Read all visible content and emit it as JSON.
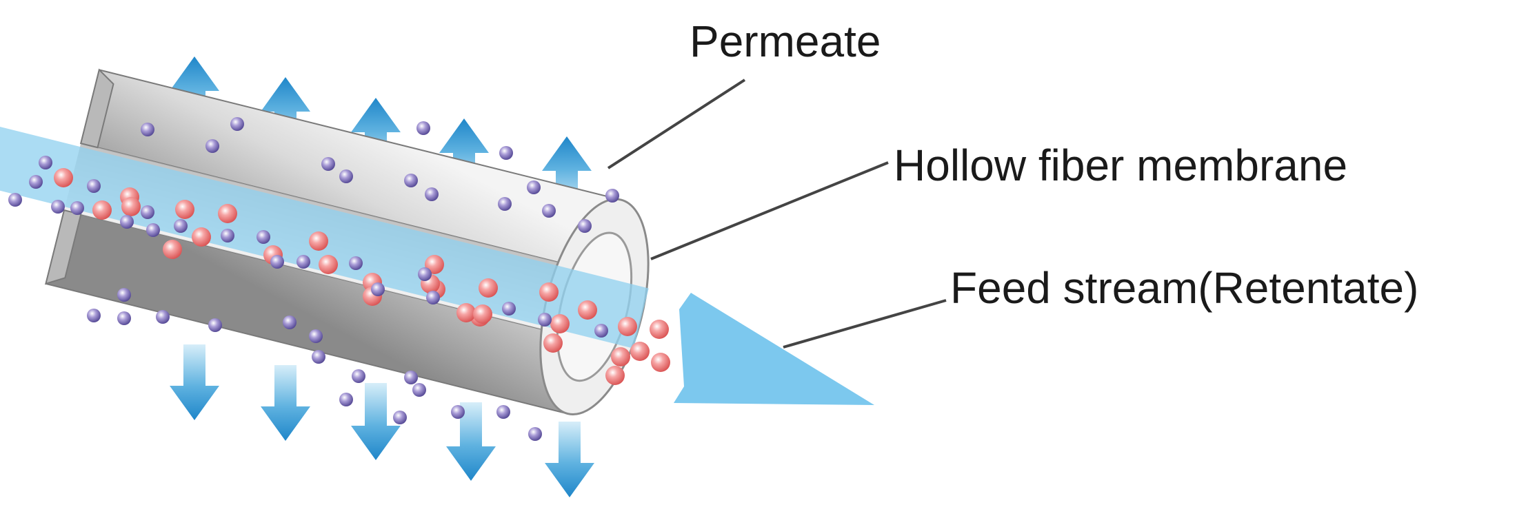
{
  "labels": {
    "permeate": "Permeate",
    "membrane": "Hollow fiber membrane",
    "feed": "Feed stream(Retentate)"
  },
  "colors": {
    "arrow_blue": "#1f86c9",
    "arrow_light": "#bfe3f5",
    "stream": "#8fd0ef",
    "tube_light": "#ededed",
    "tube_dark": "#8d8d8d",
    "large_particle": "#ee7878",
    "small_particle": "#7c6fb0",
    "leader": "#444444"
  },
  "icons": {
    "permeate_arrow": "arrow-up-icon",
    "outflow_arrow": "arrow-down-icon",
    "flow_arrow": "arrow-right-icon"
  }
}
